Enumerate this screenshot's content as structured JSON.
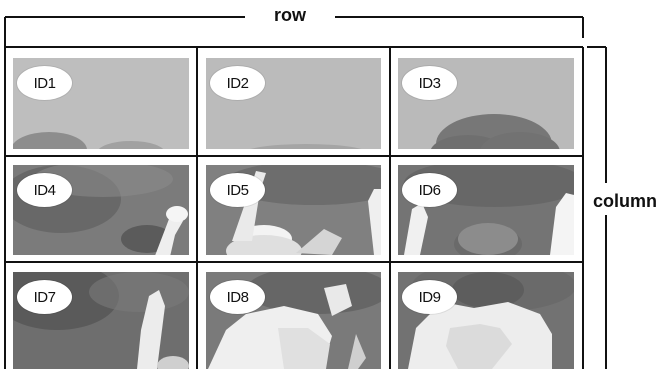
{
  "labels": {
    "row": "row",
    "column": "column"
  },
  "cells": [
    {
      "id": "ID1",
      "tone": "#b8b8b8"
    },
    {
      "id": "ID2",
      "tone": "#b7b7b7"
    },
    {
      "id": "ID3",
      "tone": "#b5b5b5"
    },
    {
      "id": "ID4",
      "tone": "#7b7b7b"
    },
    {
      "id": "ID5",
      "tone": "#808080"
    },
    {
      "id": "ID6",
      "tone": "#747474"
    },
    {
      "id": "ID7",
      "tone": "#6e6e6e"
    },
    {
      "id": "ID8",
      "tone": "#7a7a7a"
    },
    {
      "id": "ID9",
      "tone": "#727272"
    }
  ],
  "colors": {
    "grid_line": "#111111",
    "badge_fill": "#ffffff"
  }
}
